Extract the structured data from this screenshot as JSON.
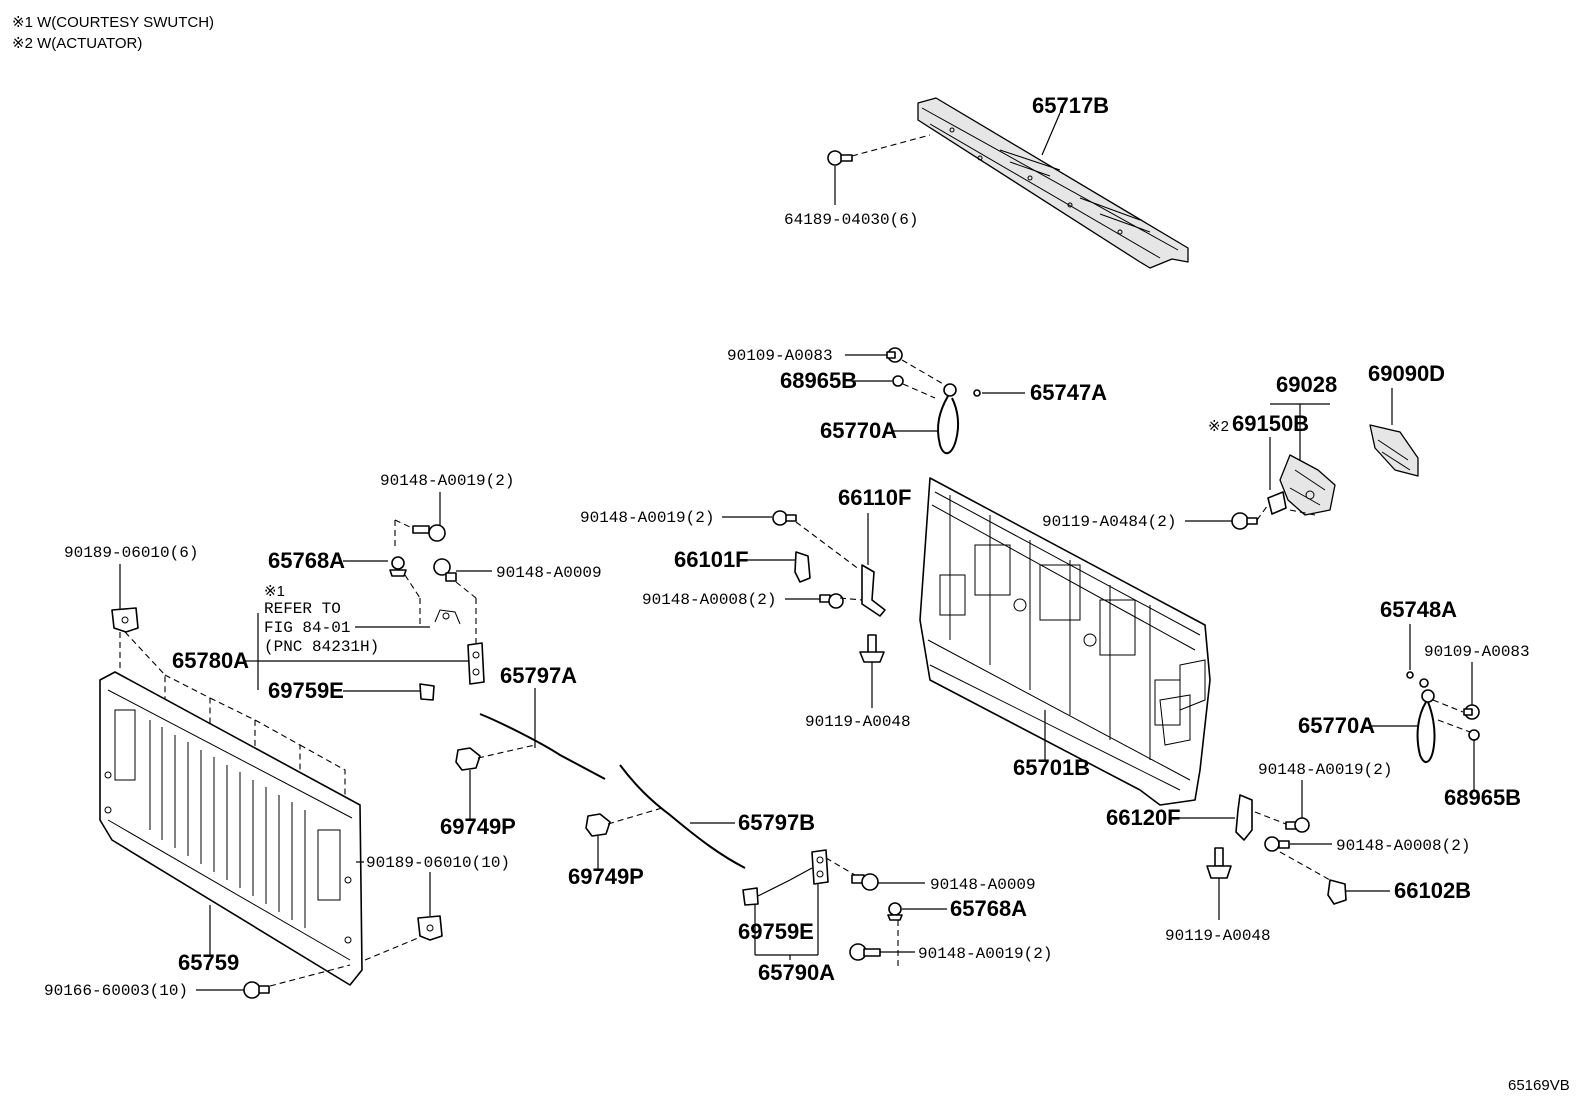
{
  "notes": {
    "note1": "※1 W(COURTESY SWUTCH)",
    "note2": "※2 W(ACTUATOR)"
  },
  "refer": {
    "mark": "※1",
    "line1": "REFER TO",
    "line2": "FIG 84-01",
    "line3": "(PNC 84231H)"
  },
  "labels": {
    "p65717B": "65717B",
    "p64189": "64189-04030(6)",
    "p90109_top": "90109-A0083",
    "p68965B_top": "68965B",
    "p65747A": "65747A",
    "p65770A_top": "65770A",
    "p69028": "69028",
    "p69090D": "69090D",
    "p69150B": "69150B",
    "p69150B_mark": "※2",
    "p90119_A0484": "90119-A0484(2)",
    "p90148_A0019_a": "90148-A0019(2)",
    "p66110F": "66110F",
    "p66101F": "66101F",
    "p90148_A0008_a": "90148-A0008(2)",
    "p90119_A0048_a": "90119-A0048",
    "p90148_A0019_b": "90148-A0019(2)",
    "p65768A_a": "65768A",
    "p90148_A0009_a": "90148-A0009",
    "p90189_6": "90189-06010(6)",
    "p65780A": "65780A",
    "p69759E_a": "69759E",
    "p65797A": "65797A",
    "p69749P_a": "69749P",
    "p65797B": "65797B",
    "p69749P_b": "69749P",
    "p90189_10": "90189-06010(10)",
    "p65759": "65759",
    "p90166": "90166-60003(10)",
    "p65701B": "65701B",
    "p65748A": "65748A",
    "p90109_right": "90109-A0083",
    "p65770A_right": "65770A",
    "p68965B_right": "68965B",
    "p90148_A0019_c": "90148-A0019(2)",
    "p66120F": "66120F",
    "p90148_A0008_b": "90148-A0008(2)",
    "p66102B": "66102B",
    "p90119_A0048_b": "90119-A0048",
    "p90148_A0009_b": "90148-A0009",
    "p65768A_b": "65768A",
    "p69759E_b": "69759E",
    "p90148_A0019_d": "90148-A0019(2)",
    "p65790A": "65790A"
  },
  "figure_id": "65169VB"
}
